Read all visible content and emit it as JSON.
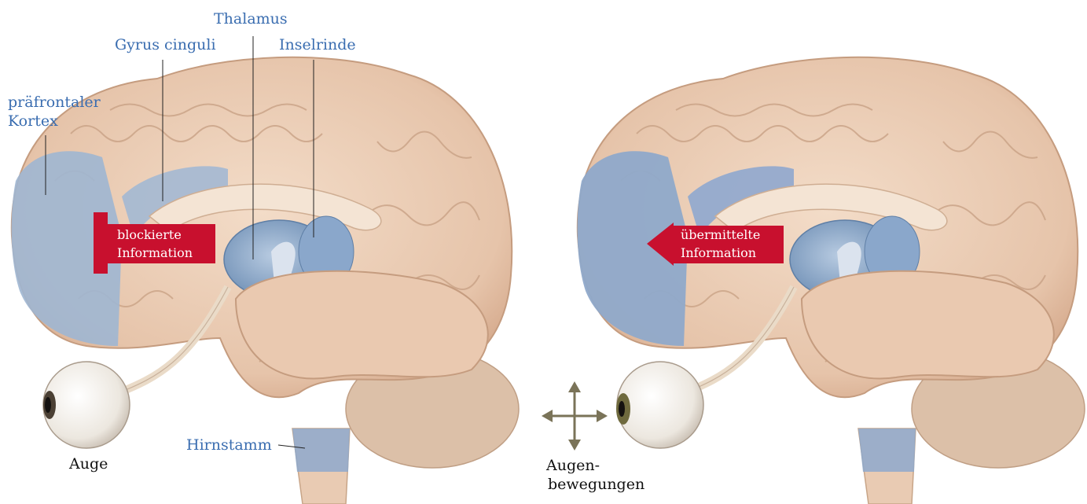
{
  "labels": {
    "thalamus": "Thalamus",
    "gyrus_cinguli": "Gyrus cinguli",
    "inselrinde": "Inselrinde",
    "praefrontaler_kortex_line1": "präfrontaler",
    "praefrontaler_kortex_line2": "Kortex",
    "hirnstamm": "Hirnstamm",
    "auge": "Auge",
    "augenbewegungen_line1": "Augen-",
    "augenbewegungen_line2": "bewegungen"
  },
  "arrows": {
    "left": {
      "line1": "blockierte",
      "line2": "Information"
    },
    "right": {
      "line1": "übermittelte",
      "line2": "Information"
    }
  },
  "colors": {
    "label_blue": "#3a6db0",
    "arrow_red": "#c8102e",
    "brain_tissue": "#eccfb8",
    "highlight_blue": "#9fb6d2",
    "cerebellum": "#d9bda6",
    "eye_arrows": "#7a7358"
  }
}
